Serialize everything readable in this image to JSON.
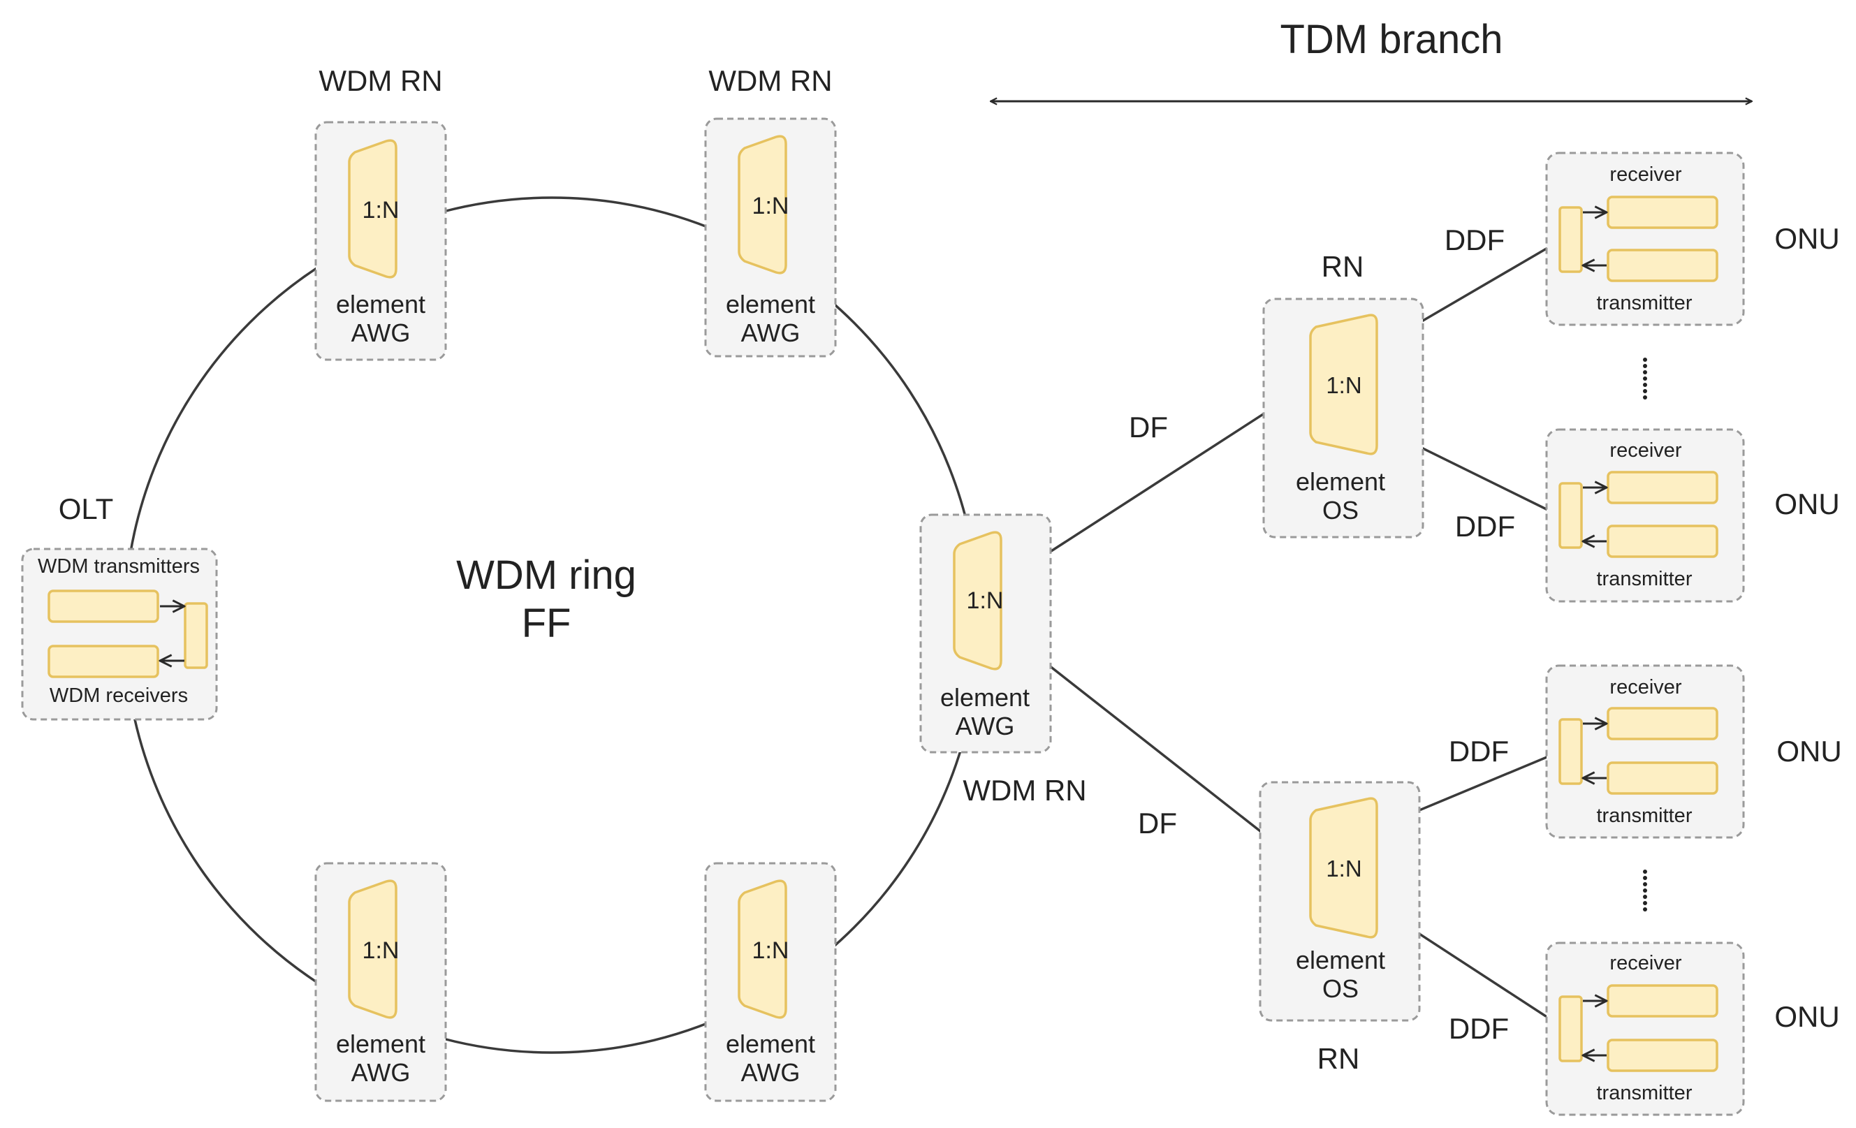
{
  "title": {
    "tdm_branch": "TDM branch",
    "ring_line1": "WDM ring",
    "ring_line2": "FF"
  },
  "olt": {
    "label": "OLT",
    "transmitters": "WDM transmitters",
    "receivers": "WDM receivers"
  },
  "ring_nodes": [
    {
      "rn_label": "WDM RN",
      "ratio": "1:N",
      "element": "element",
      "type": "AWG"
    },
    {
      "rn_label": "WDM RN",
      "ratio": "1:N",
      "element": "element",
      "type": "AWG"
    },
    {
      "rn_label": "WDM RN",
      "ratio": "1:N",
      "element": "element",
      "type": "AWG"
    },
    {
      "rn_label": "",
      "ratio": "1:N",
      "element": "element",
      "type": "AWG"
    },
    {
      "rn_label": "",
      "ratio": "1:N",
      "element": "element",
      "type": "AWG"
    }
  ],
  "splitters": [
    {
      "rn_label": "RN",
      "ratio": "1:N",
      "element": "element",
      "type": "OS"
    },
    {
      "rn_label": "RN",
      "ratio": "1:N",
      "element": "element",
      "type": "OS"
    }
  ],
  "fiber_labels": {
    "df": "DF",
    "ddf": "DDF"
  },
  "onus": [
    {
      "label": "ONU",
      "receiver": "receiver",
      "transmitter": "transmitter"
    },
    {
      "label": "ONU",
      "receiver": "receiver",
      "transmitter": "transmitter"
    },
    {
      "label": "ONU",
      "receiver": "receiver",
      "transmitter": "transmitter"
    },
    {
      "label": "ONU",
      "receiver": "receiver",
      "transmitter": "transmitter"
    }
  ],
  "colors": {
    "device_fill": "#fdefc4",
    "device_stroke": "#e6c25f",
    "group_fill": "#f4f4f4",
    "group_stroke": "#9a9a9a",
    "line": "#3a3a3a"
  }
}
